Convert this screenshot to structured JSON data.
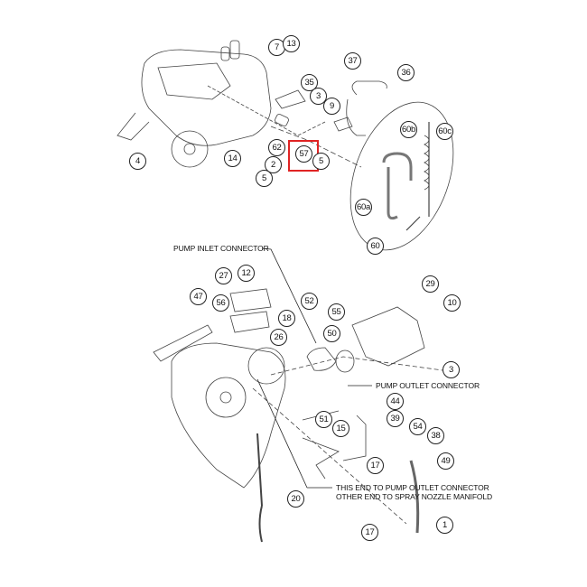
{
  "diagram": {
    "top_callouts": [
      "7",
      "13",
      "37",
      "36",
      "35",
      "3",
      "9",
      "62",
      "57",
      "5",
      "14",
      "2",
      "5",
      "4",
      "60b",
      "60c",
      "60a",
      "60"
    ],
    "bottom_callouts": [
      "27",
      "12",
      "47",
      "56",
      "52",
      "18",
      "55",
      "29",
      "10",
      "26",
      "50",
      "3",
      "44",
      "39",
      "54",
      "38",
      "17",
      "49",
      "20",
      "17",
      "1",
      "51",
      "15"
    ],
    "notes": {
      "pump_inlet": "PUMP INLET CONNECTOR",
      "pump_outlet": "PUMP OUTLET CONNECTOR",
      "hose_line1": "THIS END TO PUMP OUTLET CONNECTOR",
      "hose_line2": "OTHER END TO SPRAY NOZZLE MANIFOLD"
    },
    "highlighted_part": "57",
    "highlight_color": "#e02424"
  }
}
